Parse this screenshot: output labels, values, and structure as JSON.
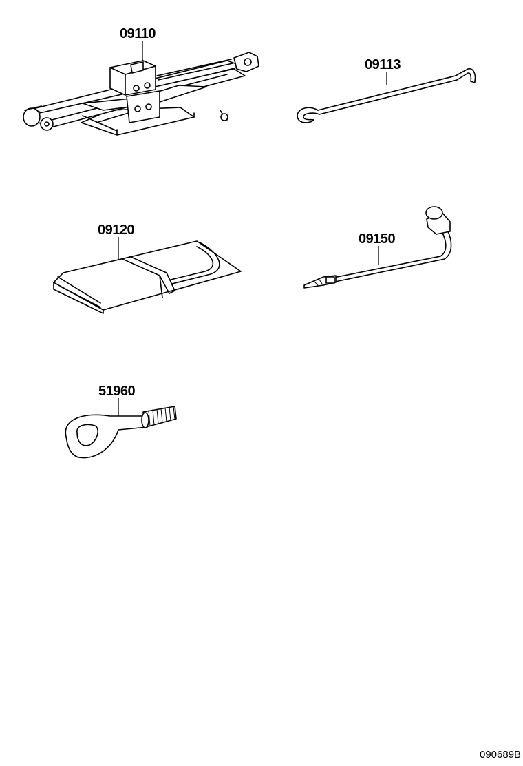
{
  "diagram": {
    "parts": [
      {
        "number": "09110"
      },
      {
        "number": "09113"
      },
      {
        "number": "09120"
      },
      {
        "number": "09150"
      },
      {
        "number": "51960"
      }
    ],
    "drawing_code": "090689B"
  }
}
